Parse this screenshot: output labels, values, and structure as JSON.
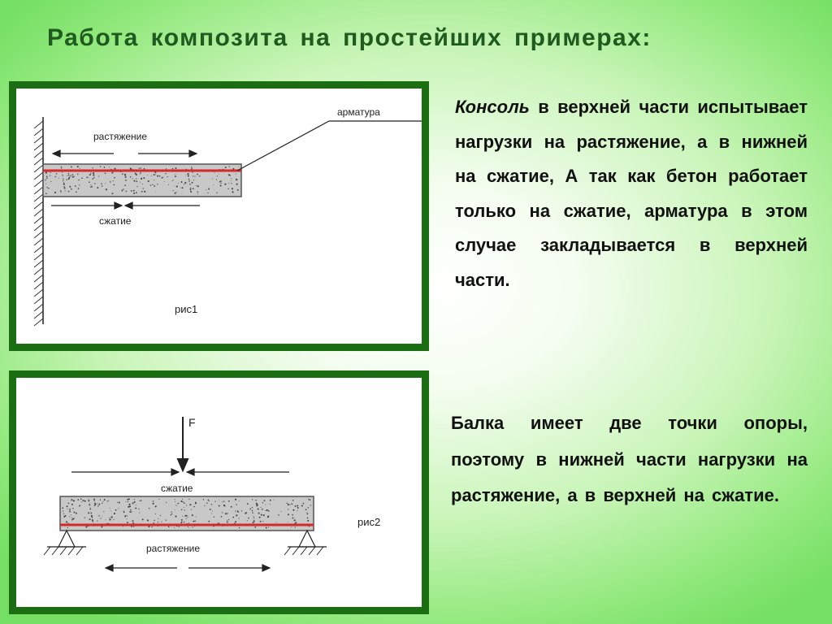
{
  "title": "Работа композита на простейших примерах:",
  "figure1": {
    "label_armature": "арматура",
    "label_tension": "растяжение",
    "label_compression": "сжатие",
    "caption": "рис1"
  },
  "figure2": {
    "label_force": "F",
    "label_compression": "сжатие",
    "label_tension": "растяжение",
    "caption": "рис2"
  },
  "paragraph1": {
    "italic_lead": "Консоль",
    "text": " в верхней части испытывает нагрузки на растяжение, а в нижней на сжатие, А так как бетон работает только на сжатие, арматура в этом случае закладывается в верхней части."
  },
  "paragraph2": {
    "text": "Балка имеет две точки опоры, поэтому в нижней части нагрузки на растяжение, а в верхней на сжатие."
  },
  "colors": {
    "frame_border": "#1b6e12",
    "title": "#1f5a1f",
    "rebar": "#d62828",
    "beam_fill": "#c8c8c8"
  }
}
